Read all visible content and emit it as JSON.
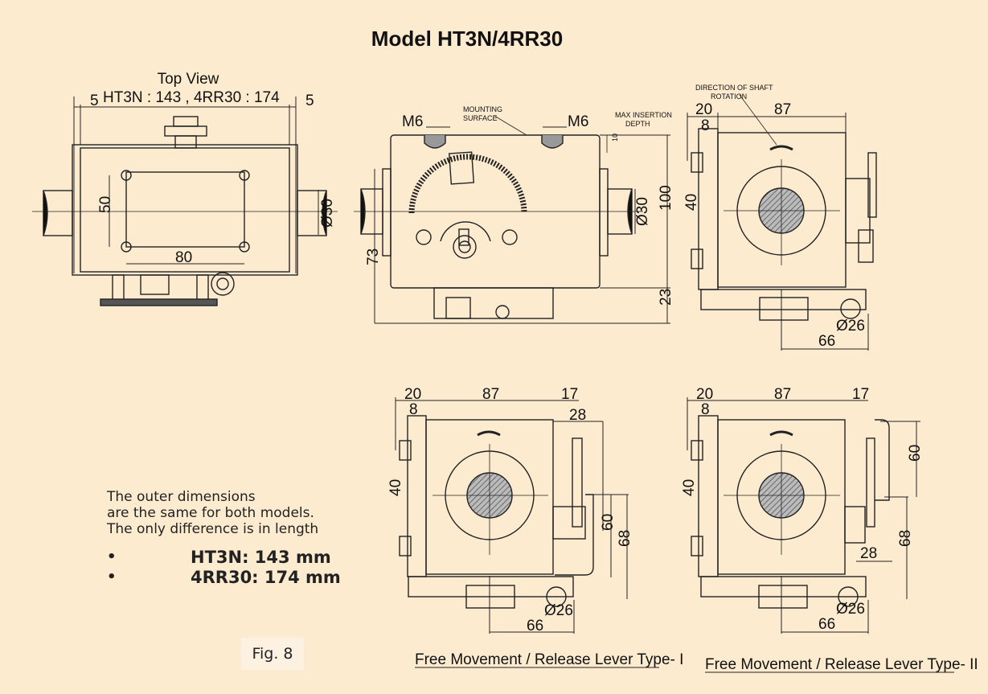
{
  "title": "Model HT3N/4RR30",
  "top_view": {
    "label": "Top View",
    "dim_left": "5",
    "dim_length": "HT3N : 143  , 4RR30 : 174",
    "dim_right": "5",
    "dim_50": "50",
    "dim_80": "80",
    "dim_d30": "Ø30"
  },
  "front_view": {
    "m6_left": "M6",
    "m6_right": "M6",
    "mounting_surface": [
      "MOUNTING",
      "SURFACE"
    ],
    "max_insertion": [
      "MAX INSERTION",
      "DEPTH"
    ],
    "dim_10": "10",
    "dim_d30": "Ø30",
    "dim_100": "100",
    "dim_73": "73",
    "dim_23": "23"
  },
  "side_view": {
    "shaft_rotation": [
      "DIRECTION OF SHAFT",
      "ROTATION"
    ],
    "dim_20": "20",
    "dim_8": "8",
    "dim_87": "87",
    "dim_40": "40",
    "dim_66": "66",
    "dim_d26": "Ø26"
  },
  "type1": {
    "dim_20": "20",
    "dim_8": "8",
    "dim_87": "87",
    "dim_17": "17",
    "dim_28": "28",
    "dim_40": "40",
    "dim_60": "60",
    "dim_68": "68",
    "dim_66": "66",
    "dim_d26": "Ø26",
    "caption": "Free Movement / Release Lever Type- I"
  },
  "type2": {
    "dim_20": "20",
    "dim_8": "8",
    "dim_87": "87",
    "dim_17": "17",
    "dim_60": "60",
    "dim_40": "40",
    "dim_28": "28",
    "dim_68": "68",
    "dim_66": "66",
    "dim_d26": "Ø26",
    "caption": "Free Movement / Release Lever Type- II"
  },
  "note": {
    "lines": [
      "The outer dimensions",
      "are the same for both models.",
      "The only difference is in length"
    ],
    "bullets": [
      {
        "symbol": "•",
        "text": "HT3N:  143 mm"
      },
      {
        "symbol": "•",
        "text": "4RR30: 174 mm"
      }
    ]
  },
  "figure_label": "Fig. 8"
}
